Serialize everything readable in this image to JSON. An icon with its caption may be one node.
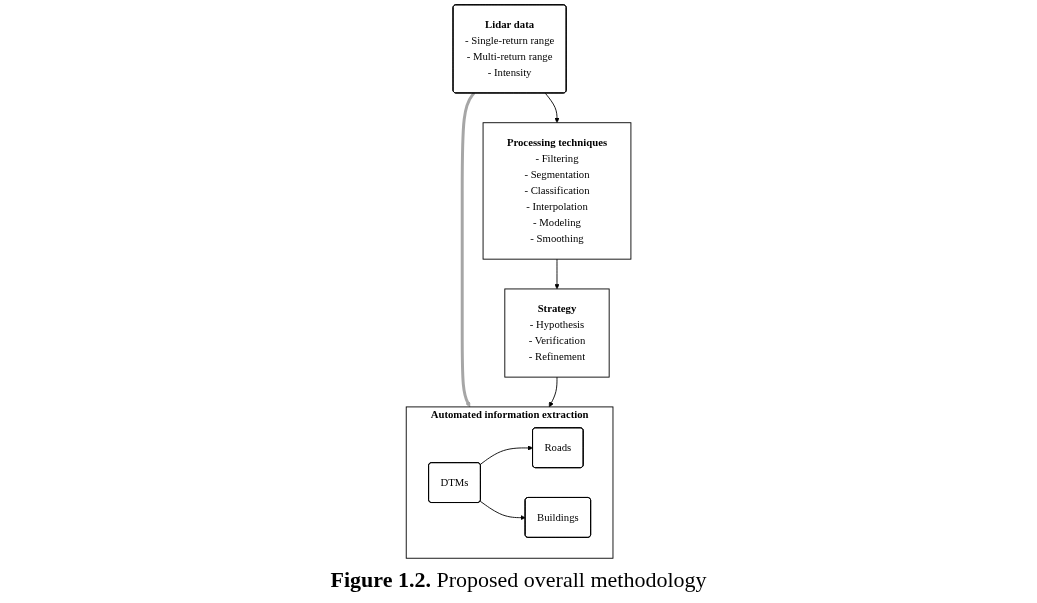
{
  "diagram": {
    "caption": "**Figure 1.2.** Proposed overall methodology",
    "nodes": [
      {
        "text": [
          "Lidar data",
          "- Single-return range",
          "- Multi-return range",
          "- Intensity"
        ]
      },
      {
        "text": [
          "Automated information extraction"
        ]
      },
      {
        "text": [
          "DTMs"
        ],
        "in": 1
      },
      {
        "text": [
          "Roads"
        ],
        "in": 1
      },
      {
        "text": [
          "Buildings"
        ],
        "in": 1
      },
      {
        "text": [
          "Processing techniques",
          "- Filtering",
          "- Segmentation",
          "- Classification",
          "- Interpolation",
          "- Modeling",
          "- Smoothing"
        ]
      },
      {
        "text": [
          "Strategy",
          "- Hypothesis",
          "- Verification",
          "- Refinement"
        ]
      }
    ],
    "edges": [
      {
        "from": 0,
        "to": 1,
        "arrow": "to",
        "style": "thick",
        "color": "#a6a6a6"
      },
      {
        "from": 2,
        "to": 3,
        "arrow": "to"
      },
      {
        "from": 2,
        "to": 4,
        "arrow": "to"
      },
      {
        "from": 0,
        "to": 5,
        "arrow": "to"
      },
      {
        "from": 5,
        "to": 6,
        "arrow": "to"
      },
      {
        "from": 6,
        "to": 1,
        "arrow": "to"
      }
    ]
  }
}
